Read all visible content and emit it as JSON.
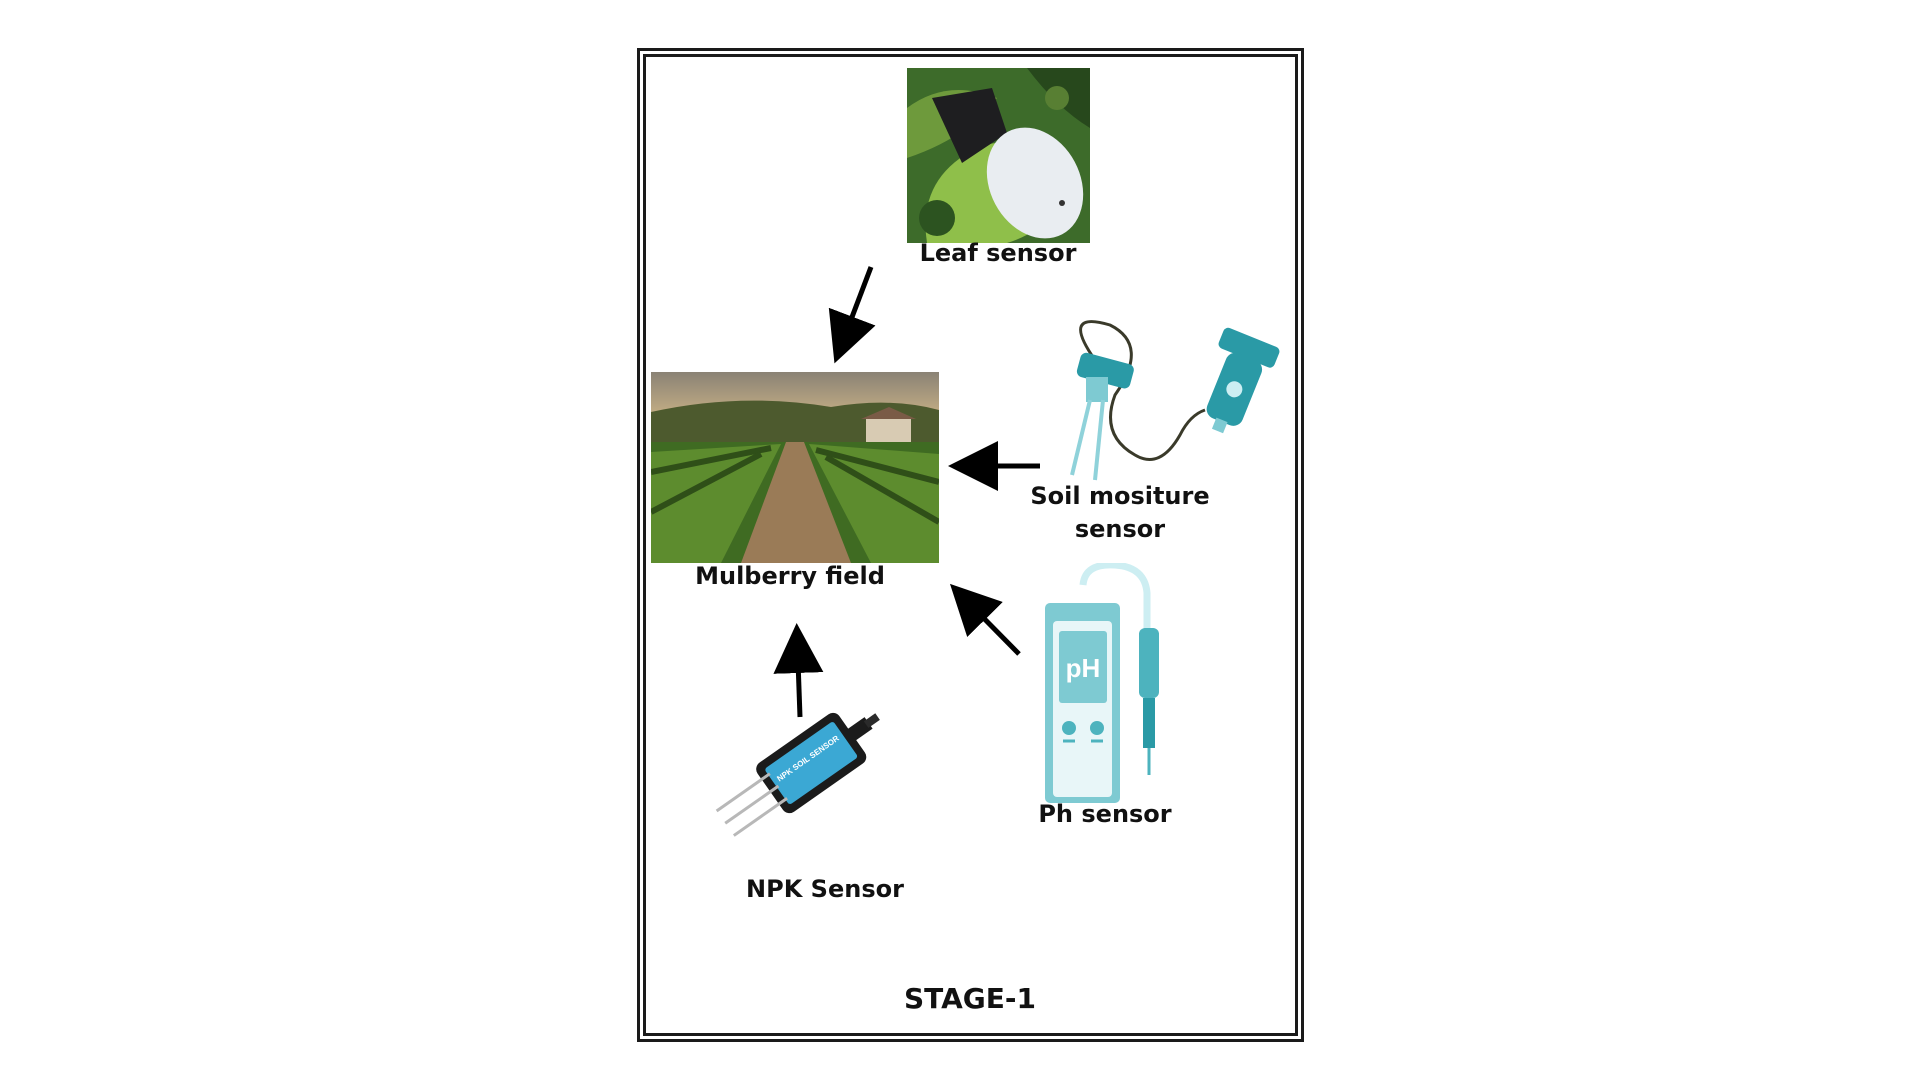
{
  "diagram": {
    "stage_label": "STAGE-1",
    "center_node": {
      "label": "Mulberry field",
      "icon": "vineyard-photo"
    },
    "sensors": [
      {
        "id": "leaf",
        "label": "Leaf sensor",
        "icon": "leaf-sensor-photo"
      },
      {
        "id": "soil",
        "label_line1": "Soil mositure",
        "label_line2": "sensor",
        "icon": "soil-moisture-probe-icon"
      },
      {
        "id": "ph",
        "label": "Ph sensor",
        "icon": "ph-meter-icon",
        "display_text": "pH"
      },
      {
        "id": "npk",
        "label": "NPK Sensor",
        "icon": "npk-soil-sensor-icon",
        "device_text": "NPK SOIL SENSOR"
      }
    ],
    "edges": [
      {
        "from": "leaf",
        "to": "center"
      },
      {
        "from": "soil",
        "to": "center"
      },
      {
        "from": "ph",
        "to": "center"
      },
      {
        "from": "npk",
        "to": "center"
      }
    ],
    "colors": {
      "teal": "#2a9aa6",
      "light_teal": "#7ecad2",
      "arrow": "#000000",
      "frame": "#1a1a1a"
    }
  }
}
